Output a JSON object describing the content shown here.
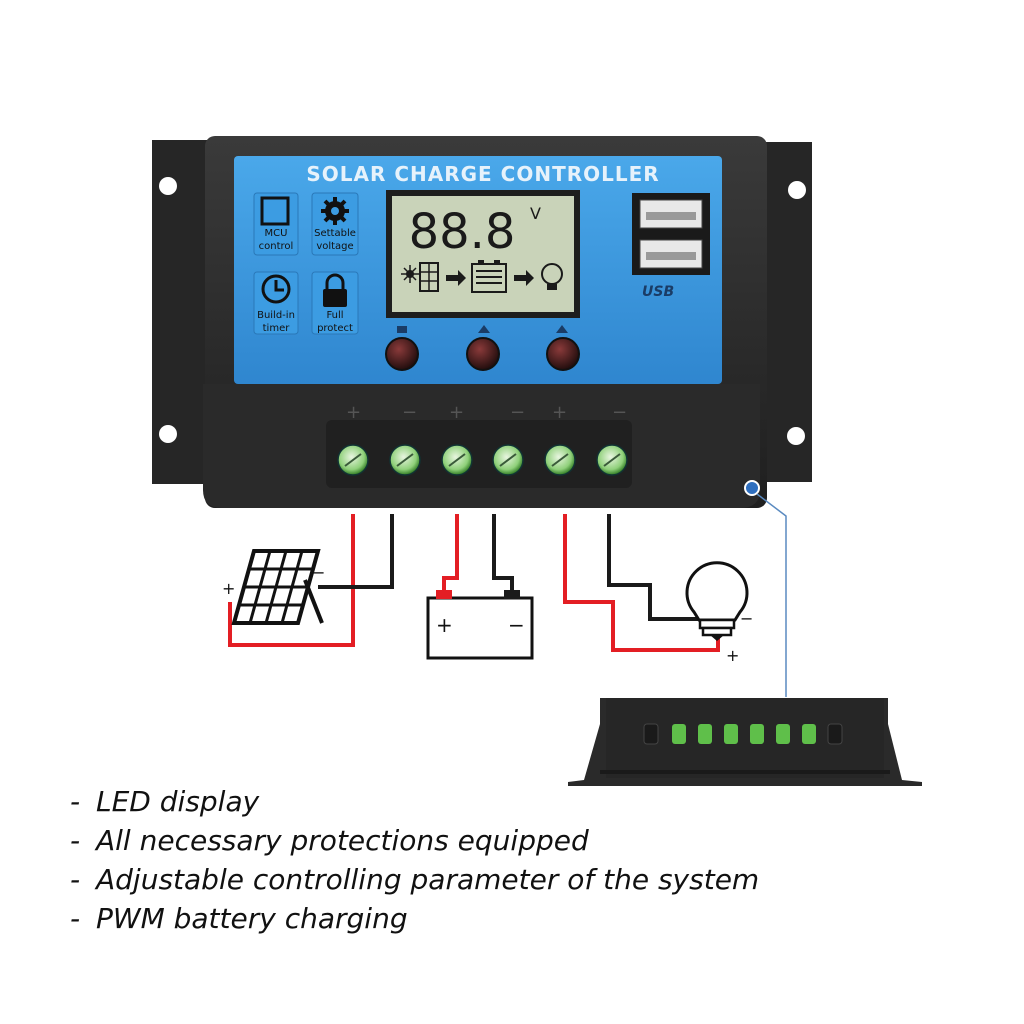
{
  "controller": {
    "title": "SOLAR CHARGE CONTROLLER",
    "lcd_reading": "88.8",
    "lcd_unit": "V",
    "usb_label": "USB",
    "feature_icons": [
      {
        "line1": "MCU",
        "line2": "control",
        "icon": "chip-icon"
      },
      {
        "line1": "Settable",
        "line2": "voltage",
        "icon": "gear-icon"
      },
      {
        "line1": "Build-in",
        "line2": "timer",
        "icon": "clock-icon"
      },
      {
        "line1": "Full",
        "line2": "protect",
        "icon": "lock-icon"
      }
    ],
    "terminal_sign_plus": "+",
    "terminal_sign_minus": "−"
  },
  "wiring": {
    "panel_plus": "+",
    "panel_minus": "−",
    "battery_plus": "+",
    "battery_minus": "−",
    "load_plus": "+",
    "load_minus": "−"
  },
  "features": [
    {
      "dash": "-",
      "text": "LED display"
    },
    {
      "dash": "-",
      "text": "All necessary protections equipped"
    },
    {
      "dash": "-",
      "text": "Adjustable controlling parameter of the system"
    },
    {
      "dash": "-",
      "text": "PWM battery charging"
    }
  ],
  "colors": {
    "housing": "#2b2b2b",
    "panel_blue": "#3d9be0",
    "lcd_green": "#c9d3b9",
    "wire_red": "#e31e24",
    "wire_black": "#1a1a1a",
    "terminal_green": "#5fbf4a"
  }
}
